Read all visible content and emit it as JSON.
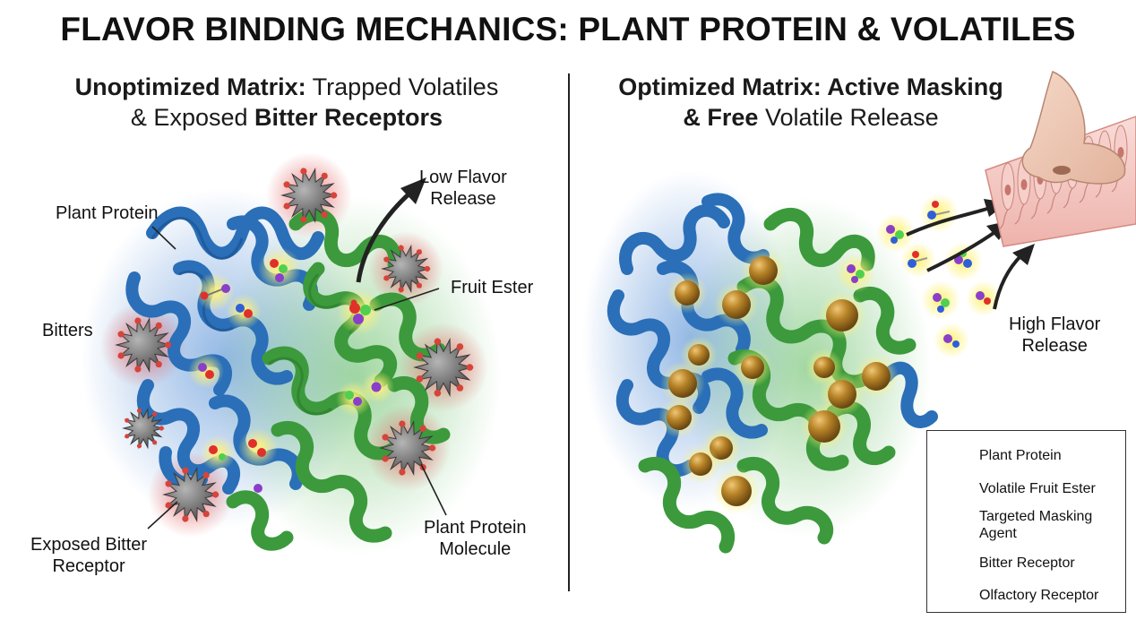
{
  "title": "FLAVOR BINDING MECHANICS: PLANT PROTEIN & VOLATILES",
  "left_panel": {
    "heading_bold_1": "Unoptimized Matrix:",
    "heading_normal_1": " Trapped Volatiles",
    "heading_normal_2": "& Exposed ",
    "heading_bold_2": "Bitter Receptors",
    "labels": {
      "plant_protein": "Plant Protein",
      "bitters": "Bitters",
      "low_flavor_release_1": "Low Flavor",
      "low_flavor_release_2": "Release",
      "fruit_ester": "Fruit Ester",
      "exposed_bitter_receptor_1": "Exposed Bitter",
      "exposed_bitter_receptor_2": "Receptor",
      "plant_protein_molecule_1": "Plant Protein",
      "plant_protein_molecule_2": "Molecule"
    }
  },
  "right_panel": {
    "heading_bold_1": "Optimized Matrix: Active Masking",
    "heading_bold_2": "& Free",
    "heading_normal_2": " Volatile Release",
    "labels": {
      "high_flavor_release_1": "High Flavor",
      "high_flavor_release_2": "Release"
    }
  },
  "legend": {
    "items": [
      {
        "label": "Plant Protein",
        "icon": "protein-ribbon-icon"
      },
      {
        "label": "Volatile Fruit Ester",
        "icon": "ester-molecule-icon"
      },
      {
        "label_1": "Targeted Masking",
        "label_2": "Agent",
        "icon": "masking-sphere-icon"
      },
      {
        "label": "Bitter Receptor",
        "icon": "bitter-receptor-icon"
      },
      {
        "label": "Olfactory Receptor",
        "icon": "olfactory-tile-icon"
      }
    ]
  },
  "colors": {
    "protein_blue": "#2a6fb8",
    "protein_green": "#3c9a3c",
    "masking_agent": "#b8862a",
    "bitter_gray": "#6f6f6f",
    "bitter_red": "#d6443a",
    "olfactory_pink": "#f2c2bd",
    "ester_red": "#e0302a",
    "ester_purple": "#8a3fc8",
    "ester_green": "#4fd04f",
    "ester_blue": "#2f5fd8"
  }
}
